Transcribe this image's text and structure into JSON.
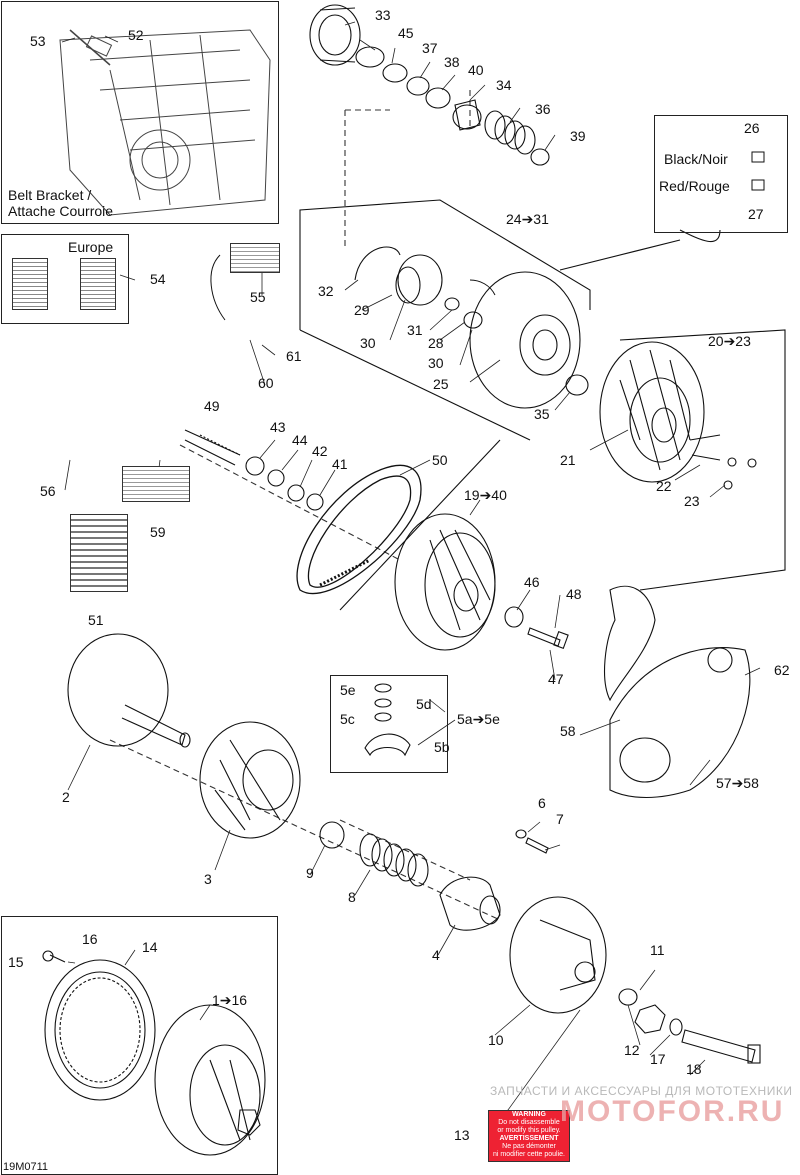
{
  "labels": {
    "belt_bracket": "Belt Bracket /",
    "belt_bracket_fr": "Attache Courroie",
    "europe": "Europe",
    "black": "Black/Noir",
    "red": "Red/Rouge",
    "figure_id": "19M0711",
    "watermark_text": "ЗАПЧАСТИ И АКСЕССУАРЫ ДЛЯ МОТОТЕХНИКИ",
    "watermark_logo": "MOTOFOR.RU"
  },
  "warning_label": {
    "line1": "WARNING",
    "line2": "Do not disassemble",
    "line3": "or modify this pulley.",
    "line4": "AVERTISSEMENT",
    "line5": "Ne pas démonter",
    "line6": "ni modifier cette poulie."
  },
  "callouts": {
    "c1": "1➔16",
    "c2": "2",
    "c3": "3",
    "c4": "4",
    "c5a": "5a➔5e",
    "c5b": "5b",
    "c5c": "5c",
    "c5d": "5d",
    "c5e": "5e",
    "c6": "6",
    "c7": "7",
    "c8": "8",
    "c9": "9",
    "c10": "10",
    "c11": "11",
    "c12": "12",
    "c13": "13",
    "c14": "14",
    "c15": "15",
    "c16": "16",
    "c17": "17",
    "c18": "18",
    "c19": "19➔40",
    "c20": "20➔23",
    "c21": "21",
    "c22": "22",
    "c23": "23",
    "c24": "24➔31",
    "c25": "25",
    "c26": "26",
    "c27": "27",
    "c28": "28",
    "c29": "29",
    "c30a": "30",
    "c30b": "30",
    "c31": "31",
    "c32": "32",
    "c33": "33",
    "c34": "34",
    "c35": "35",
    "c36": "36",
    "c37": "37",
    "c38": "38",
    "c39": "39",
    "c40": "40",
    "c41": "41",
    "c42": "42",
    "c43": "43",
    "c44": "44",
    "c45": "45",
    "c46": "46",
    "c47": "47",
    "c48": "48",
    "c49": "49",
    "c50": "50",
    "c51": "51",
    "c52": "52",
    "c53": "53",
    "c54": "54",
    "c55": "55",
    "c56": "56",
    "c57": "57➔58",
    "c58": "58",
    "c59": "59",
    "c60": "60",
    "c61": "61",
    "c62": "62"
  },
  "colors": {
    "ink": "#111111",
    "warning": "#dd2222",
    "watermark": "#e9a0a0"
  }
}
